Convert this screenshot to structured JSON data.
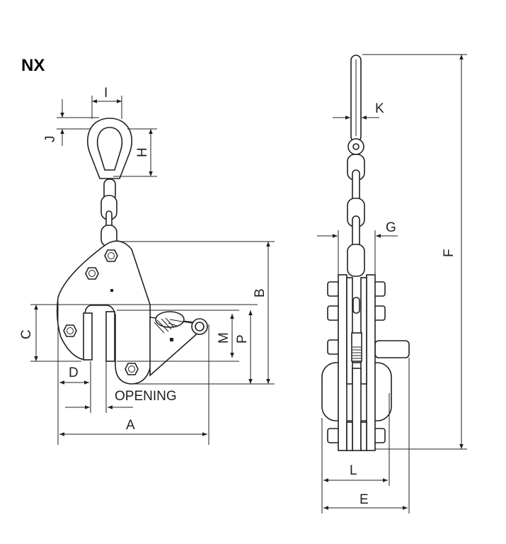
{
  "title": "NX",
  "dimensions": {
    "I": "I",
    "J": "J",
    "H": "H",
    "B": "B",
    "C": "C",
    "M": "M",
    "P": "P",
    "D": "D",
    "opening": "OPENING",
    "A": "A",
    "K": "K",
    "G": "G",
    "F": "F",
    "L": "L",
    "E": "E"
  },
  "colors": {
    "line": "#231f20",
    "background": "#ffffff"
  }
}
